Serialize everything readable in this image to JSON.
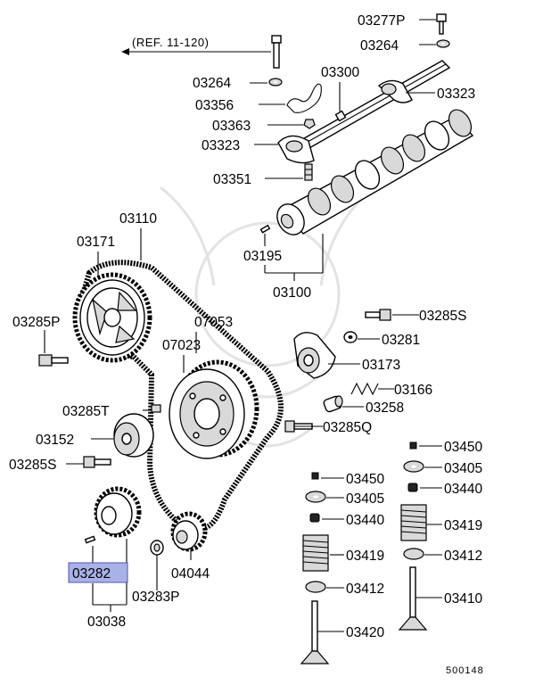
{
  "reference": "(REF. 11-120)",
  "footer_code": "500148",
  "highlight_color": "#a9b1e6",
  "labels": {
    "p03277P": "03277P",
    "p03264a": "03264",
    "p03264b": "03264",
    "p03300": "03300",
    "p03356": "03356",
    "p03323a": "03323",
    "p03363": "03363",
    "p03323b": "03323",
    "p03351": "03351",
    "p03110": "03110",
    "p03171": "03171",
    "p03195": "03195",
    "p03100": "03100",
    "p03285P": "03285P",
    "p07053": "07053",
    "p03285Sa": "03285S",
    "p07023": "07023",
    "p03281": "03281",
    "p03173": "03173",
    "p03166": "03166",
    "p03285T": "03285T",
    "p03258": "03258",
    "p03285Q": "03285Q",
    "p03152": "03152",
    "p03450a": "03450",
    "p03285Sb": "03285S",
    "p03405a": "03405",
    "p03450b": "03450",
    "p03440a": "03440",
    "p03405b": "03405",
    "p03440b": "03440",
    "p03419a": "03419",
    "p03282": "03282",
    "p04044": "04044",
    "p03419b": "03419",
    "p03412a": "03412",
    "p03283P": "03283P",
    "p03412b": "03412",
    "p03410": "03410",
    "p03038": "03038",
    "p03420": "03420"
  }
}
